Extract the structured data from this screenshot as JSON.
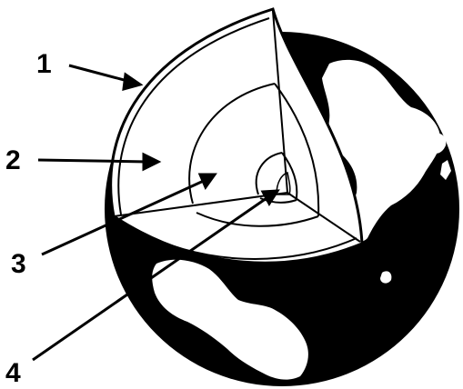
{
  "diagram": {
    "labels": [
      {
        "id": "1",
        "text": "1"
      },
      {
        "id": "2",
        "text": "2"
      },
      {
        "id": "3",
        "text": "3"
      },
      {
        "id": "4",
        "text": "4"
      }
    ]
  },
  "colors": {
    "ink": "#000000",
    "paper": "#ffffff"
  }
}
